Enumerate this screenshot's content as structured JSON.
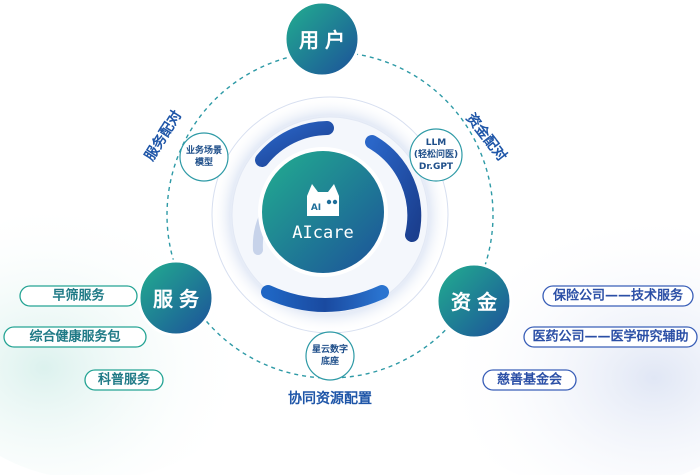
{
  "center": {
    "badge": "AI",
    "brand": "AIcare"
  },
  "nodes": {
    "user": "用户",
    "service": "服务",
    "funds": "资金"
  },
  "arc_labels": {
    "service_match": "服务配对",
    "funds_match": "资金配对",
    "resource_config": "协同资源配置"
  },
  "mini_nodes": {
    "scenario": [
      "业务场景",
      "模型"
    ],
    "llm": [
      "LLM",
      "(轻松问医)",
      "Dr.GPT"
    ],
    "base": [
      "星云数字",
      "底座"
    ]
  },
  "service_items": [
    "早筛服务",
    "综合健康服务包",
    "科普服务"
  ],
  "funds_items": [
    "保险公司——技术服务",
    "医药公司——医学研究辅助",
    "慈善基金会"
  ],
  "colors": {
    "teal": "#1aa390",
    "navy": "#1b4f9c",
    "dash": "#2e9aa6"
  }
}
